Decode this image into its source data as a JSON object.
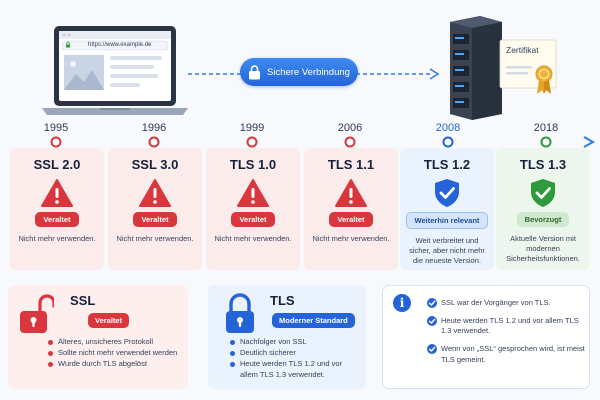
{
  "header": {
    "browser_url": "https://www.example.de",
    "connection_label": "Sichere Verbindung",
    "certificate_label": "Zertifikat"
  },
  "timeline": [
    {
      "year": "1995",
      "name": "SSL 2.0",
      "status": "Veraltet",
      "status_type": "deprecated",
      "description": "Nicht mehr verwenden.",
      "icon": "warning-icon"
    },
    {
      "year": "1996",
      "name": "SSL 3.0",
      "status": "Veraltet",
      "status_type": "deprecated",
      "description": "Nicht mehr verwenden.",
      "icon": "warning-icon"
    },
    {
      "year": "1999",
      "name": "TLS 1.0",
      "status": "Veraltet",
      "status_type": "deprecated",
      "description": "Nicht mehr verwenden.",
      "icon": "warning-icon"
    },
    {
      "year": "2006",
      "name": "TLS 1.1",
      "status": "Veraltet",
      "status_type": "deprecated",
      "description": "Nicht mehr verwenden.",
      "icon": "warning-icon"
    },
    {
      "year": "2008",
      "name": "TLS 1.2",
      "status": "Weiterhin relevant",
      "status_type": "relevant",
      "description": "Weit verbreitet und sicher, aber nicht mehr die neueste Version.",
      "icon": "shield-check-icon"
    },
    {
      "year": "2018",
      "name": "TLS 1.3",
      "status": "Bevorzugt",
      "status_type": "preferred",
      "description": "Aktuelle Version mit modernen Sicherheitsfunktionen.",
      "icon": "shield-check-icon"
    }
  ],
  "panels": {
    "ssl": {
      "title": "SSL",
      "badge": "Veraltet",
      "points": [
        "Älteres, unsicheres Protokoll",
        "Sollte nicht mehr verwendet werden",
        "Wurde durch TLS abgelöst"
      ]
    },
    "tls": {
      "title": "TLS",
      "badge": "Moderner Standard",
      "points": [
        "Nachfolger von SSL",
        "Deutlich sicherer",
        "Heute werden TLS 1.2 und vor allem TLS 1.3 verwendet."
      ]
    },
    "info": {
      "points": [
        "SSL war der Vorgänger von TLS.",
        "Heute werden TLS 1.2 und vor allem TLS 1.3 verwendet.",
        "Wenn von „SSL“ gesprochen wird, ist meist TLS gemeint."
      ]
    }
  },
  "colors": {
    "deprecated": "#d9363e",
    "relevant": "#2563d8",
    "preferred": "#2e9a3c"
  }
}
